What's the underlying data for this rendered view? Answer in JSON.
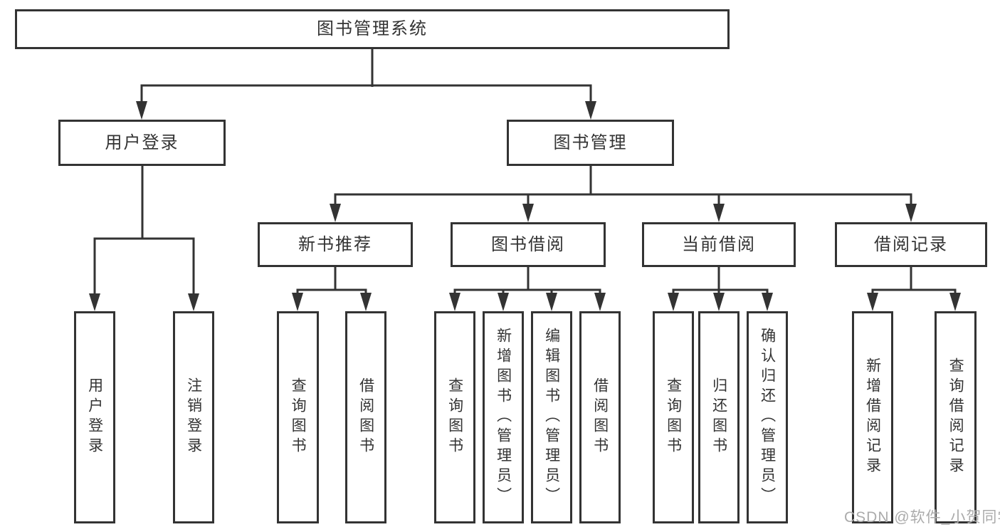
{
  "diagram": {
    "type": "tree",
    "root": {
      "label": "图书管理系统",
      "children": [
        {
          "label": "用户登录",
          "children": [
            {
              "label": "用户登录"
            },
            {
              "label": "注销登录"
            }
          ]
        },
        {
          "label": "图书管理",
          "children": [
            {
              "label": "新书推荐",
              "children": [
                {
                  "label": "查询图书"
                },
                {
                  "label": "借阅图书"
                }
              ]
            },
            {
              "label": "图书借阅",
              "children": [
                {
                  "label": "查询图书"
                },
                {
                  "label": "新增图书（管理员）"
                },
                {
                  "label": "编辑图书（管理员）"
                },
                {
                  "label": "借阅图书"
                }
              ]
            },
            {
              "label": "当前借阅",
              "children": [
                {
                  "label": "查询图书"
                },
                {
                  "label": "归还图书"
                },
                {
                  "label": "确认归还（管理员）"
                }
              ]
            },
            {
              "label": "借阅记录",
              "children": [
                {
                  "label": "新增借阅记录"
                },
                {
                  "label": "查询借阅记录"
                }
              ]
            }
          ]
        }
      ]
    },
    "colors": {
      "line": "#333333",
      "box_border": "#333333",
      "text": "#333333",
      "background": "#ffffff",
      "watermark": "#ababab"
    }
  },
  "watermark": {
    "text": "CSDN @软件_小贺同学"
  }
}
